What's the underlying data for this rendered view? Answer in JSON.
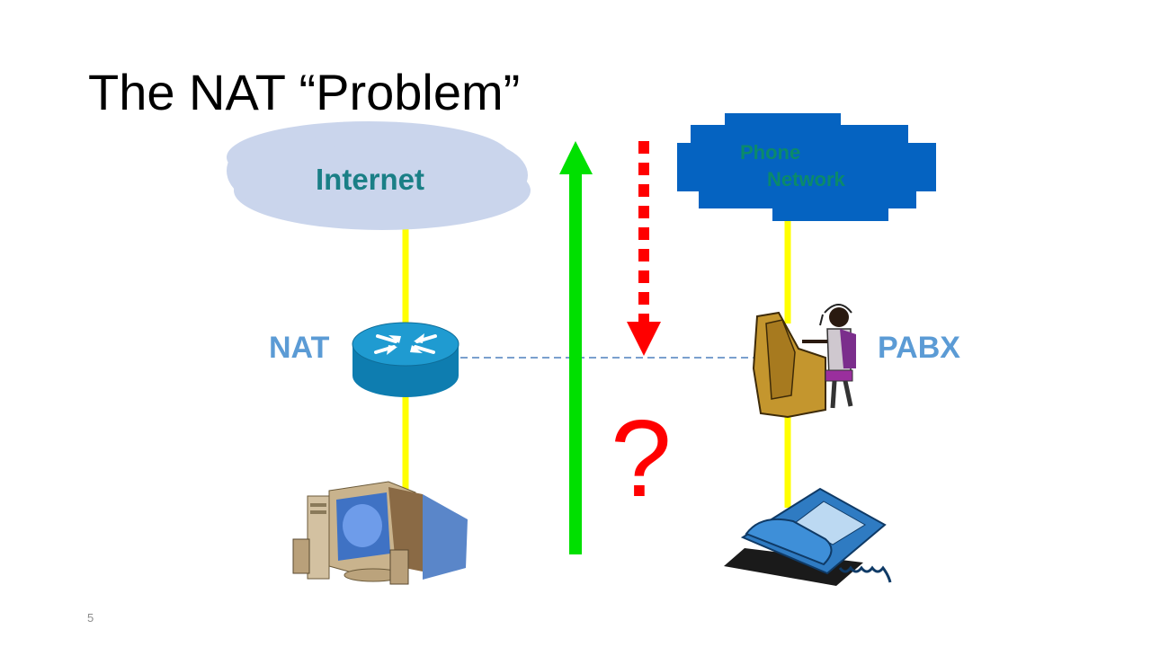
{
  "slide": {
    "title": "The NAT “Problem”",
    "slide_number": "5"
  },
  "labels": {
    "internet": "Internet",
    "phone_line1": "Phone",
    "phone_line2": "Network",
    "nat": "NAT",
    "pabx": "PABX",
    "question": "?"
  },
  "colors": {
    "label_blue": "#5b9bd5",
    "internet_text": "#1a7f86",
    "phone_text": "#0b8a6b",
    "internet_cloud": "#cad5ec",
    "phone_cloud": "#0563c1",
    "link_yellow": "#ffff00",
    "arrow_green": "#00e000",
    "arrow_red": "#ff0000",
    "dashed_link": "#4f81bd"
  },
  "icons": {
    "router": "router-icon",
    "computer": "desktop-computer-icon",
    "operator": "telephone-operator-icon",
    "phone": "desk-telephone-icon"
  }
}
